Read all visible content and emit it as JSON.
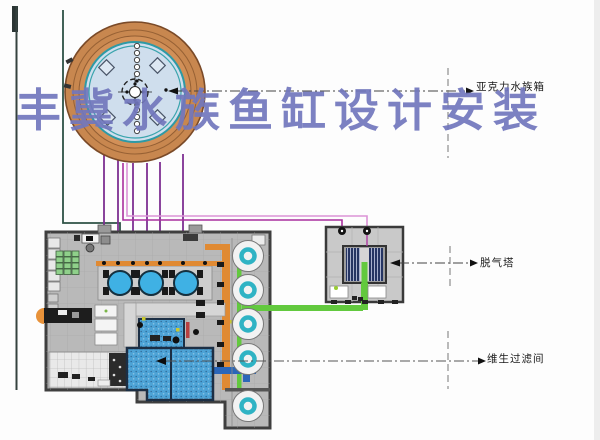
{
  "watermark": {
    "text": "丰冀水族鱼缸设计安装",
    "color": "#7277bd"
  },
  "callouts": {
    "aquarium": {
      "text": "亚克力水族箱"
    },
    "degassing_tower": {
      "text": "脱气塔"
    },
    "filtration_room": {
      "text": "维生过滤间"
    }
  },
  "components": {
    "tank_plan_icon": "circular-acrylic-aquarium-top-view",
    "plant_room_icon": "life-support-filtration-room-floor-plan",
    "tower_icon": "degassing-tower-unit",
    "filter_circles_icon": "sand-filter-tanks",
    "round_tanks_icon": "holding-fish-tanks",
    "pools_icon": "water-pools"
  },
  "colors": {
    "watermark": "#7277bd",
    "tank_ring": "#c8874f",
    "tank_ring_inner": "#d29058",
    "tank_water": "#cfdeed",
    "teal_rim": "#2d9aa6",
    "magenta_pipe": "#aa2f9e",
    "pink_pipe": "#dc93d6",
    "purple_pipe": "#7e2f92",
    "dark_green_pipe": "#2e5246",
    "green_pipe": "#62c93e",
    "orange_pipe": "#e08a33",
    "blue_pipe": "#2b66b8",
    "pool_blue": "#4da3d6",
    "fish_tank_blue": "#3fb1e4",
    "floor_gray": "#b9b9b9"
  }
}
